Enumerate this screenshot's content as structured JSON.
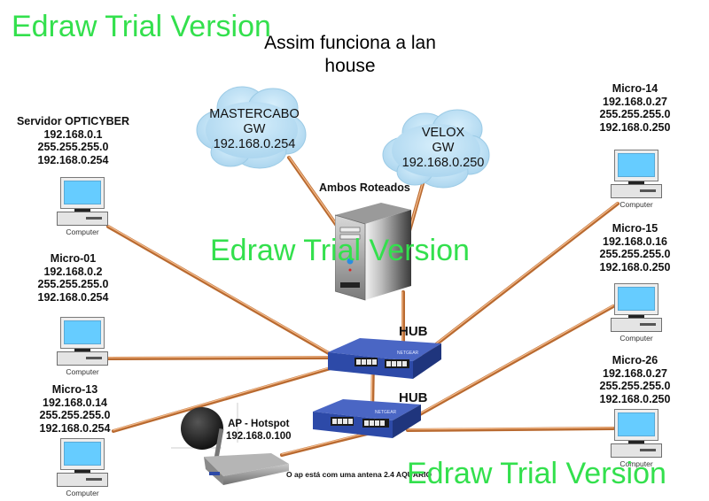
{
  "title": {
    "line1": "Assim funciona a lan",
    "line2": "house"
  },
  "watermarks": [
    "Edraw Trial Version",
    "Edraw Trial Version",
    "Edraw Trial Version"
  ],
  "gateways": [
    {
      "name": "MASTERCABO",
      "role": "GW",
      "ip": "192.168.0.254"
    },
    {
      "name": "VELOX",
      "role": "GW",
      "ip": "192.168.0.250"
    }
  ],
  "router": {
    "label": "Ambos Roteados"
  },
  "hubs": [
    {
      "label": "HUB"
    },
    {
      "label": "HUB"
    }
  ],
  "access_point": {
    "name": "AP - Hotspot",
    "ip": "192.168.0.100",
    "note": "O ap está com uma antena 2.4 AQUARIO"
  },
  "computer_caption": "Computer",
  "hosts": [
    {
      "name": "Servidor OPTICYBER",
      "ip": "192.168.0.1",
      "mask": "255.255.255.0",
      "gateway": "192.168.0.254",
      "caption": "Computer"
    },
    {
      "name": "Micro-01",
      "ip": "192.168.0.2",
      "mask": "255.255.255.0",
      "gateway": "192.168.0.254",
      "caption": "Computer"
    },
    {
      "name": "Micro-13",
      "ip": "192.168.0.14",
      "mask": "255.255.255.0",
      "gateway": "192.168.0.254",
      "caption": "Computer"
    },
    {
      "name": "Micro-14",
      "ip": "192.168.0.27",
      "mask": "255.255.255.0",
      "gateway": "192.168.0.250",
      "caption": "Computer"
    },
    {
      "name": "Micro-15",
      "ip": "192.168.0.16",
      "mask": "255.255.255.0",
      "gateway": "192.168.0.250",
      "caption": "Computer"
    },
    {
      "name": "Micro-26",
      "ip": "192.168.0.27",
      "mask": "255.255.255.0",
      "gateway": "192.168.0.250",
      "caption": "Computer"
    }
  ],
  "colors": {
    "cable": "#c8773a",
    "cable_highlight": "#f0b27a",
    "cloud_fill": "#b9def2",
    "hub_blue": "#2d4aa8",
    "watermark": "#33e04d",
    "screen": "#66ccff"
  }
}
